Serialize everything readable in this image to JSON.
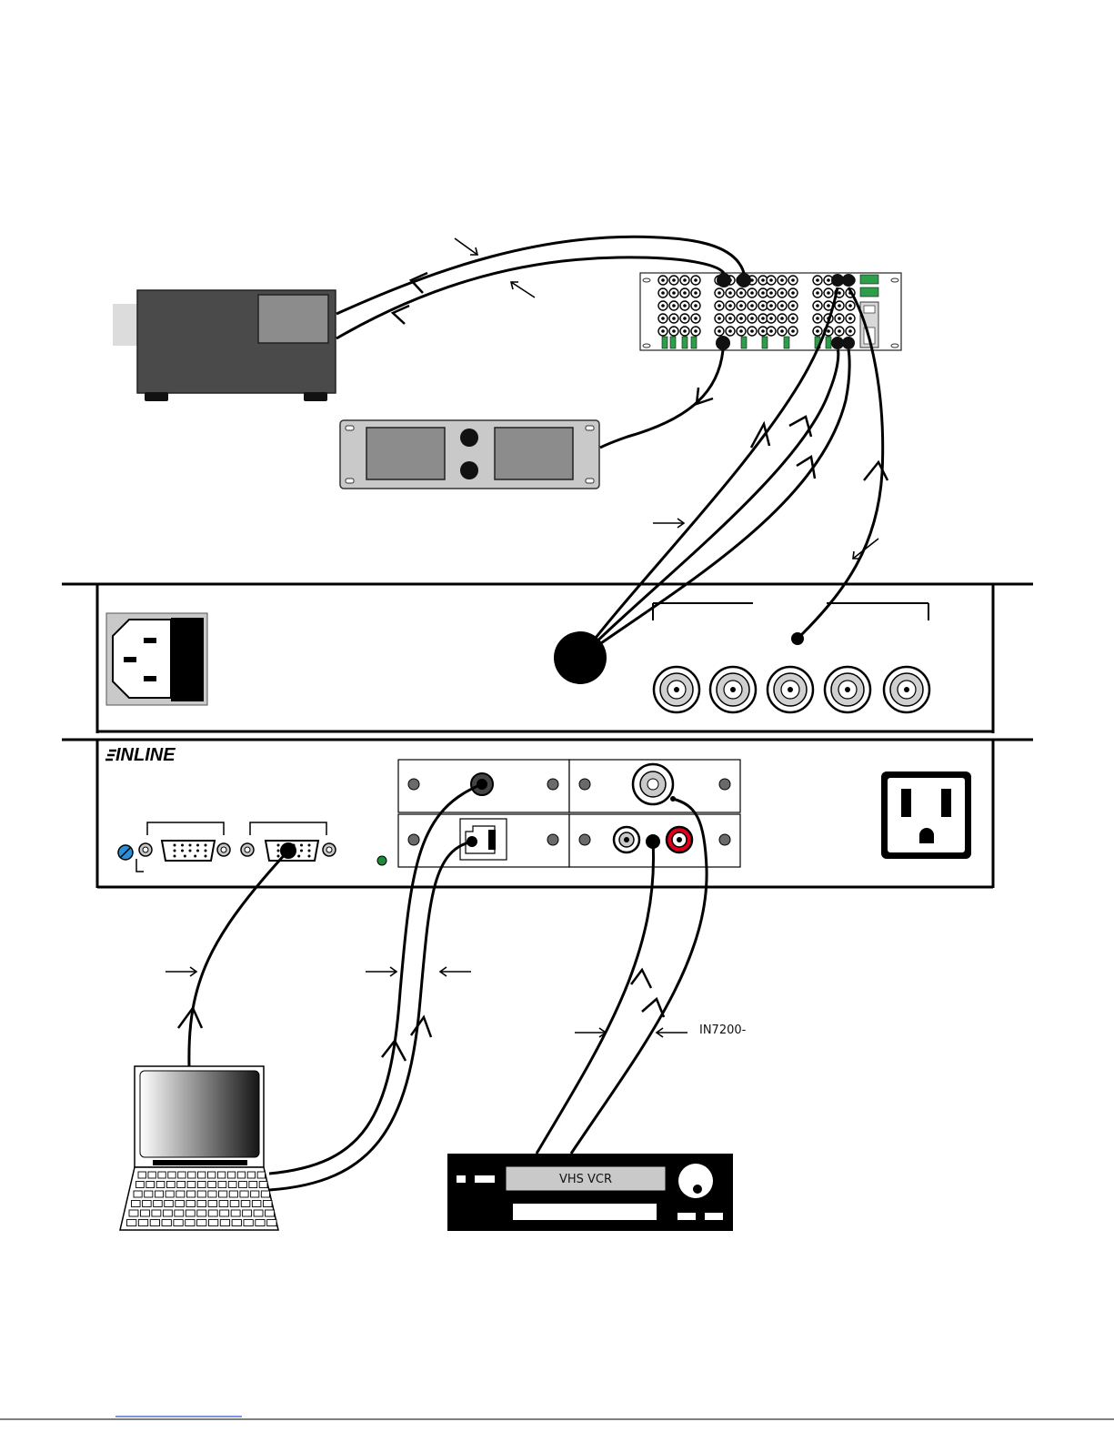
{
  "vcr": {
    "label": "VHS VCR"
  },
  "brand": {
    "logo_text": "INLINE"
  },
  "callouts": {
    "model_label": "IN7200-"
  },
  "colors": {
    "cable": "#000000",
    "device_dark": "#4a4a4a",
    "panel_gray": "#c9c9c9",
    "screen_gray": "#8c8c8c",
    "led_green": "#1f8a3a",
    "rca_red": "#e0001b",
    "switch_green": "#2e9e4a"
  }
}
